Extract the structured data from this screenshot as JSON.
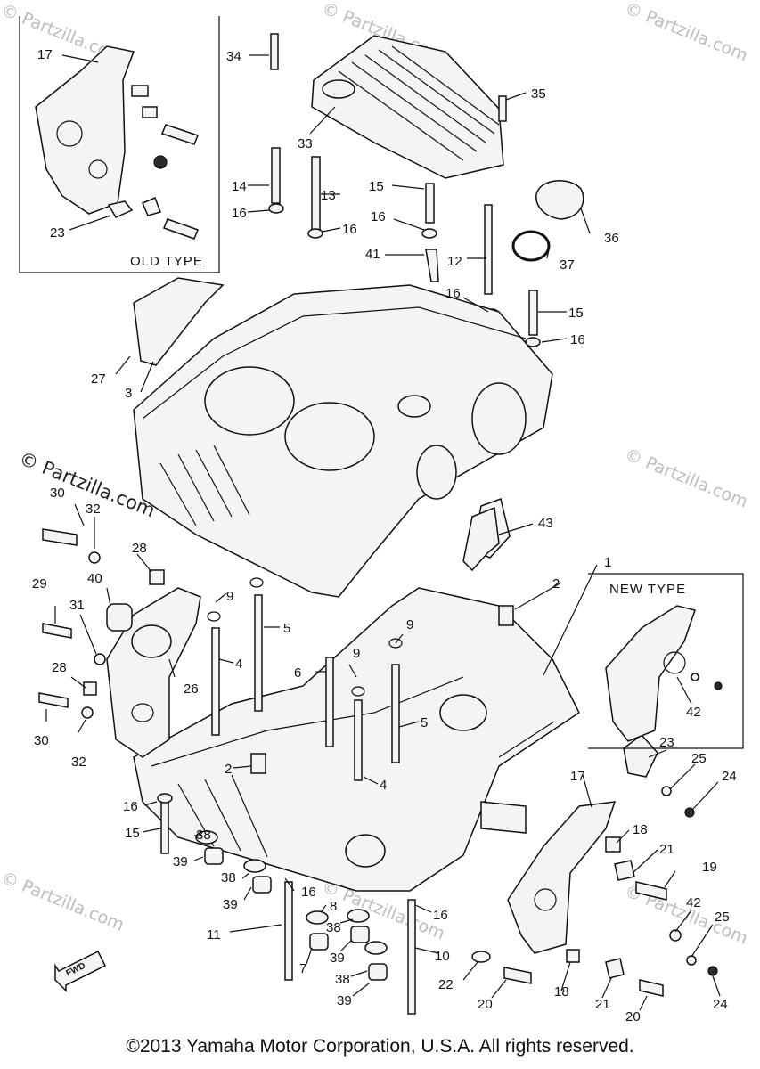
{
  "inset_labels": {
    "old_type": "OLD TYPE",
    "new_type": "NEW TYPE"
  },
  "direction_arrow": "FWD",
  "watermark": "© Partzilla.com",
  "copyright": "©2013 Yamaha Motor Corporation, U.S.A. All rights reserved.",
  "callouts": [
    "1",
    "2",
    "3",
    "4",
    "5",
    "6",
    "7",
    "8",
    "9",
    "10",
    "11",
    "12",
    "13",
    "14",
    "15",
    "16",
    "17",
    "18",
    "19",
    "20",
    "21",
    "22",
    "23",
    "24",
    "25",
    "26",
    "27",
    "28",
    "29",
    "30",
    "31",
    "32",
    "33",
    "34",
    "35",
    "36",
    "37",
    "38",
    "39",
    "40",
    "41",
    "42",
    "43"
  ]
}
